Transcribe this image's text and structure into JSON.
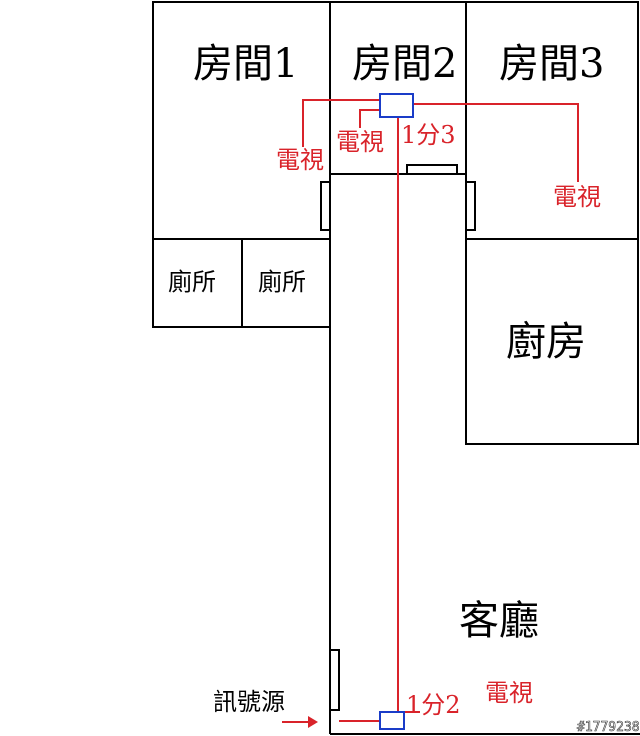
{
  "rooms": {
    "room1": "房間1",
    "room2": "房間2",
    "room3": "房間3",
    "toilet_a": "廁所",
    "toilet_b": "廁所",
    "kitchen": "廚房",
    "living_room": "客廳"
  },
  "labels": {
    "tv_room1": "電視",
    "tv_room2": "電視",
    "tv_room3": "電視",
    "tv_living": "電視",
    "splitter_top": "1分3",
    "splitter_bottom": "1分2",
    "signal_source": "訊號源"
  },
  "watermark": "#1779238",
  "colors": {
    "walls": "#000000",
    "cable": "#d9232a",
    "splitter": "#1a3cc8"
  }
}
